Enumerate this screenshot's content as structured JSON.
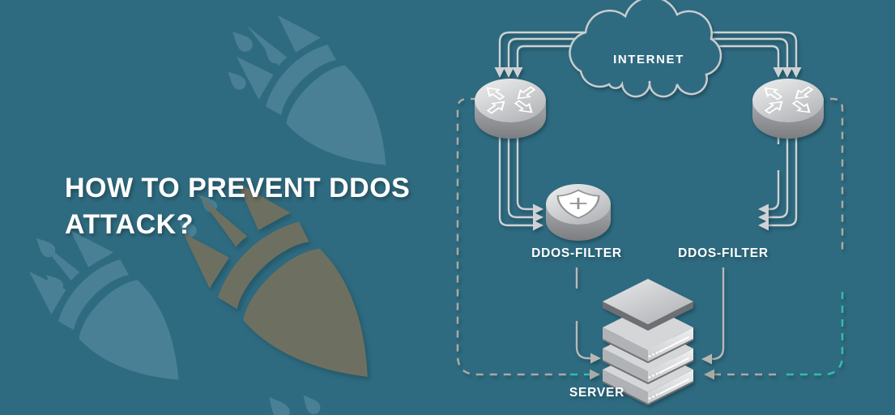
{
  "title": {
    "line1": "HOW TO PREVENT DDOS",
    "line2": "ATTACK?"
  },
  "diagram": {
    "internet_label": "INTERNET",
    "left_filter_label": "DDOS-FILTER",
    "right_filter_label": "DDOS-FILTER",
    "server_label": "SERVER"
  },
  "icons": [
    "internet-cloud-icon",
    "router-icon",
    "ddos-filter-shield-icon",
    "server-stack-icon",
    "bomb-watermark-icon",
    "droplet-watermark-icon"
  ],
  "colors": {
    "background": "#2f6b80",
    "line_gray": "#ced2d4",
    "line_dark_gray": "#b7b8b6",
    "dash_gray": "#a8aaa5",
    "dash_teal": "#2fbfad",
    "watermark_teal": "#4a8096",
    "watermark_olive": "#6d7060",
    "label_white": "#ffffff"
  }
}
